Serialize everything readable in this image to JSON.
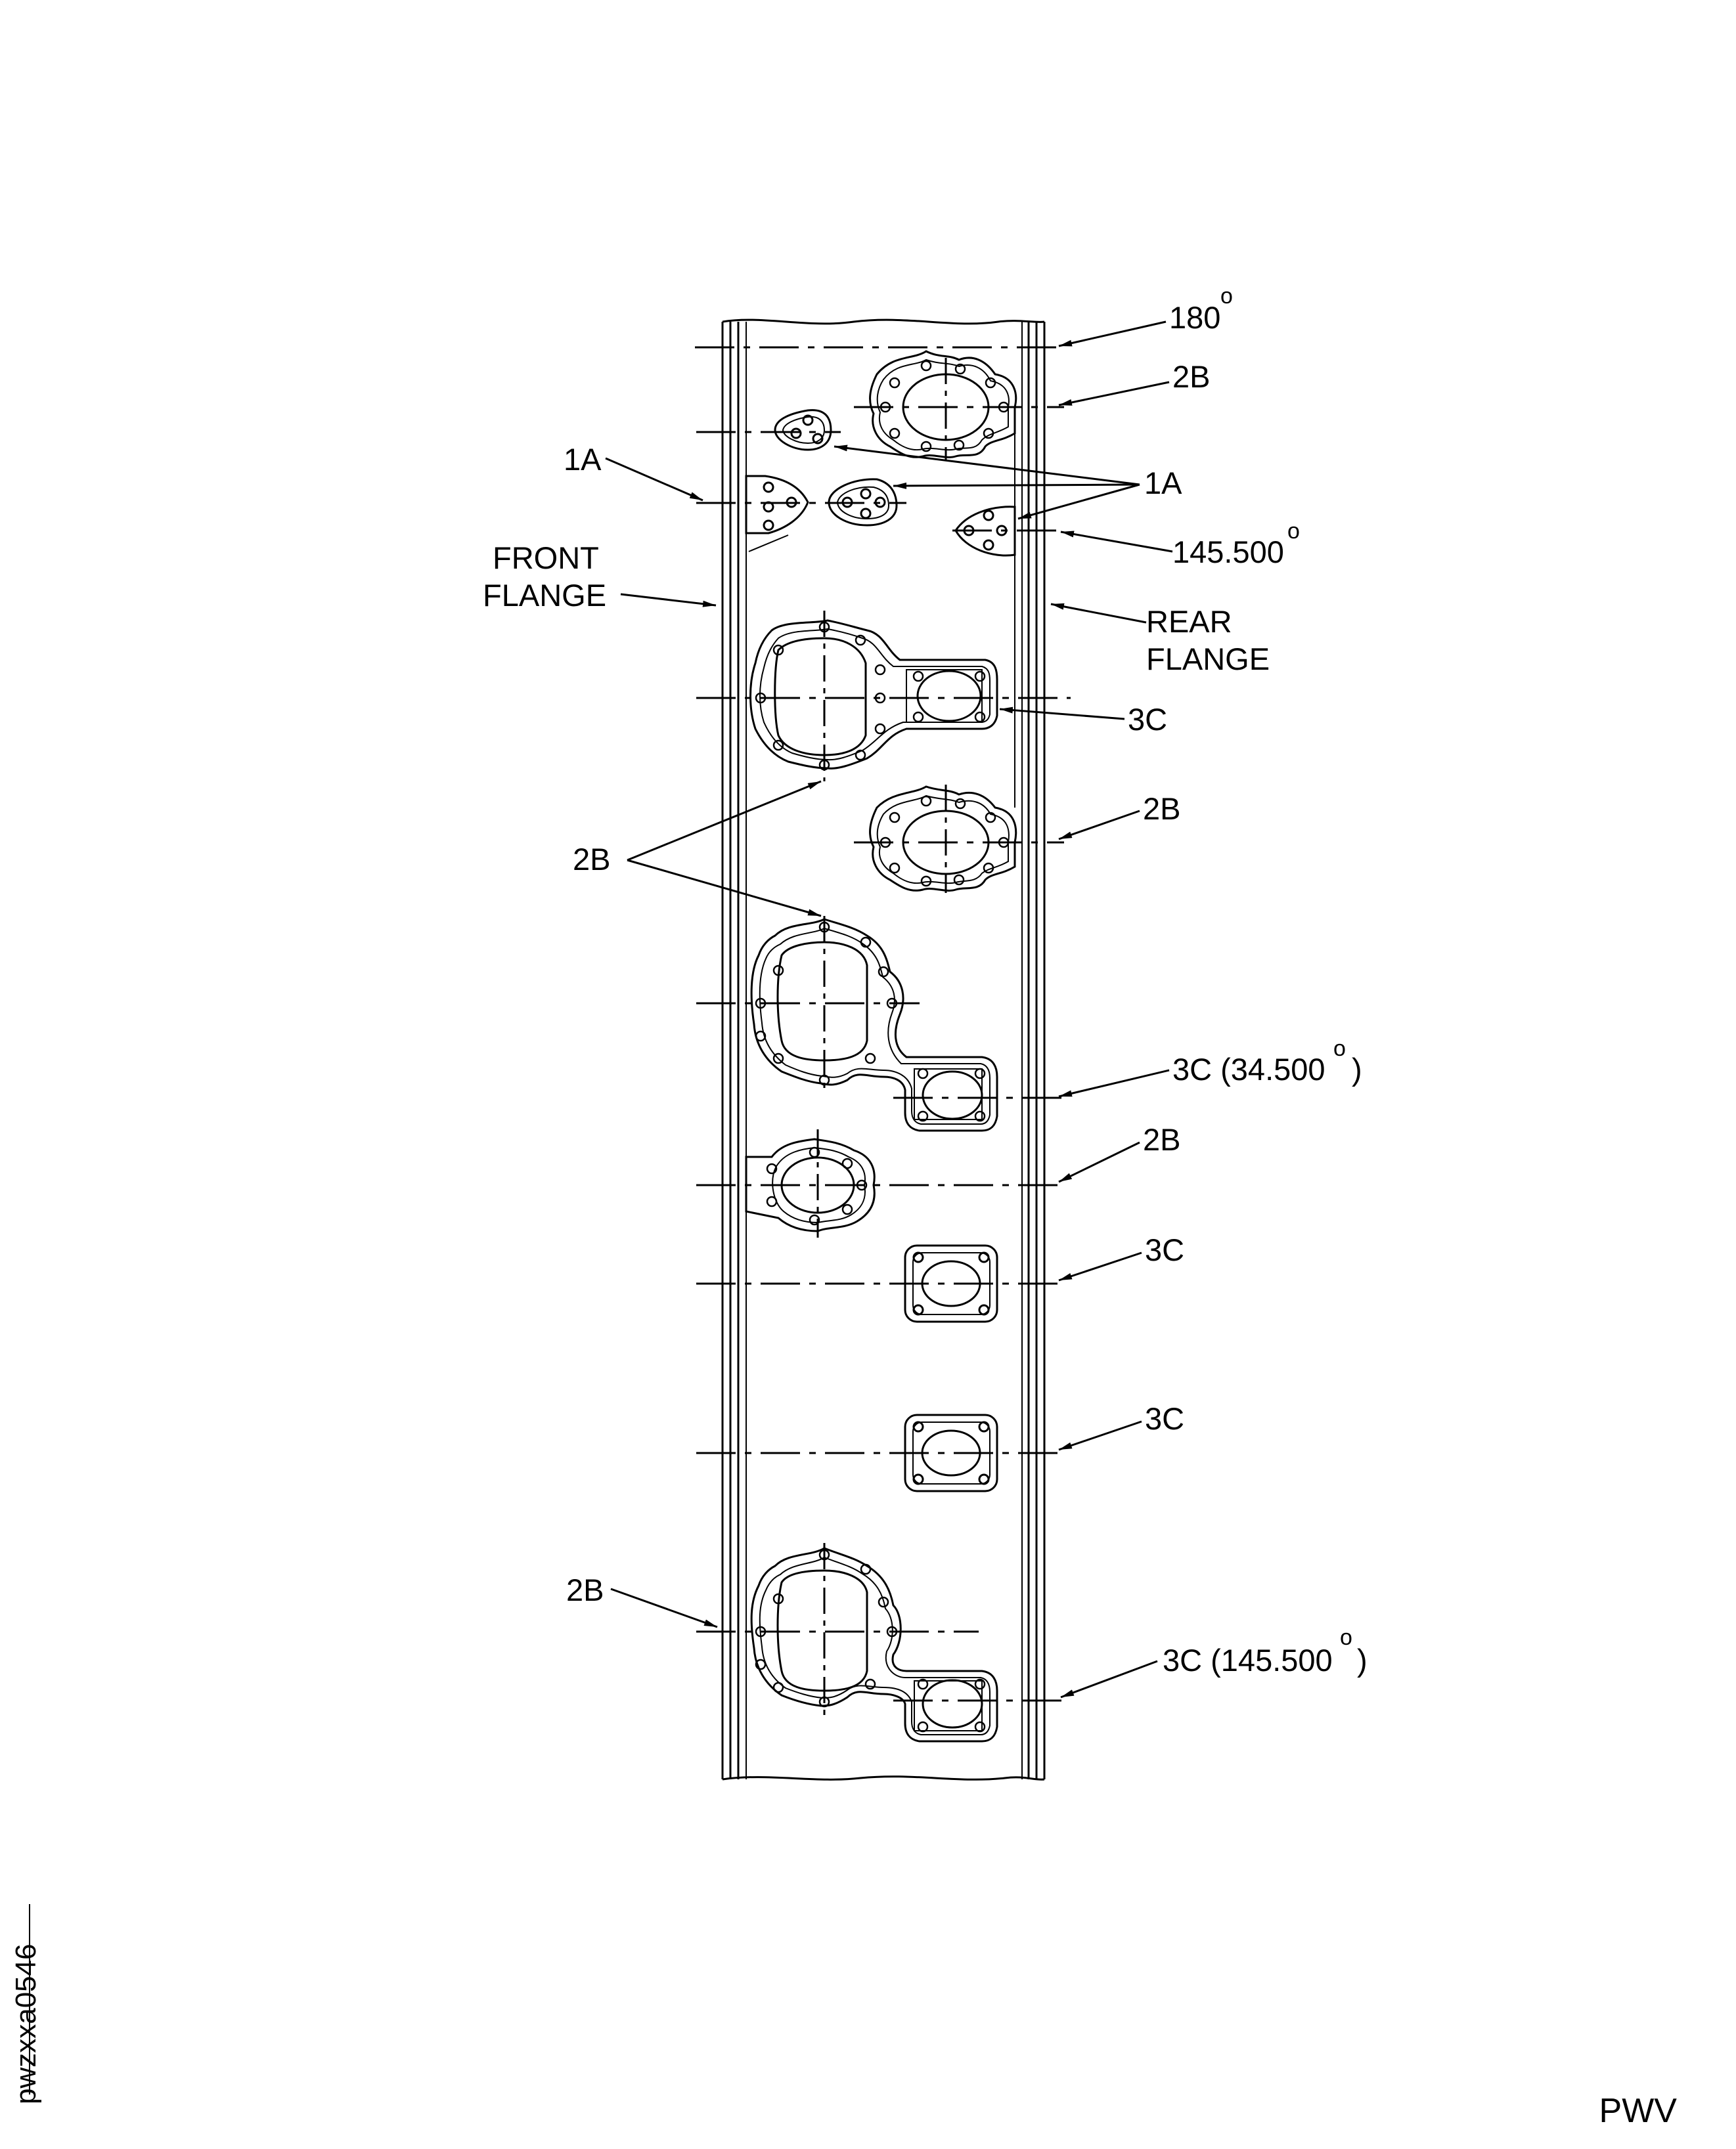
{
  "figure": {
    "id_code": "pwzxxa0546",
    "corner_mark": "PWV"
  },
  "callouts": {
    "deg180": "180",
    "deg_sup": "o",
    "top_2b": "2B",
    "left_1a": "1A",
    "right_1a": "1A",
    "deg145": "145.500",
    "front_flange_1": "FRONT",
    "front_flange_2": "FLANGE",
    "rear_flange_1": "REAR",
    "rear_flange_2": "FLANGE",
    "mid_3c": "3C",
    "right_2b_2": "2B",
    "left_2b": "2B",
    "c3_34_pre": "3C (34.500",
    "c3_34_post": ")",
    "right_2b_3": "2B",
    "c3_a": "3C",
    "c3_b": "3C",
    "bottom_2b": "2B",
    "c3_145_pre": "3C (145.500",
    "c3_145_post": ")"
  },
  "colors": {
    "line": "#000000",
    "background": "#ffffff"
  }
}
